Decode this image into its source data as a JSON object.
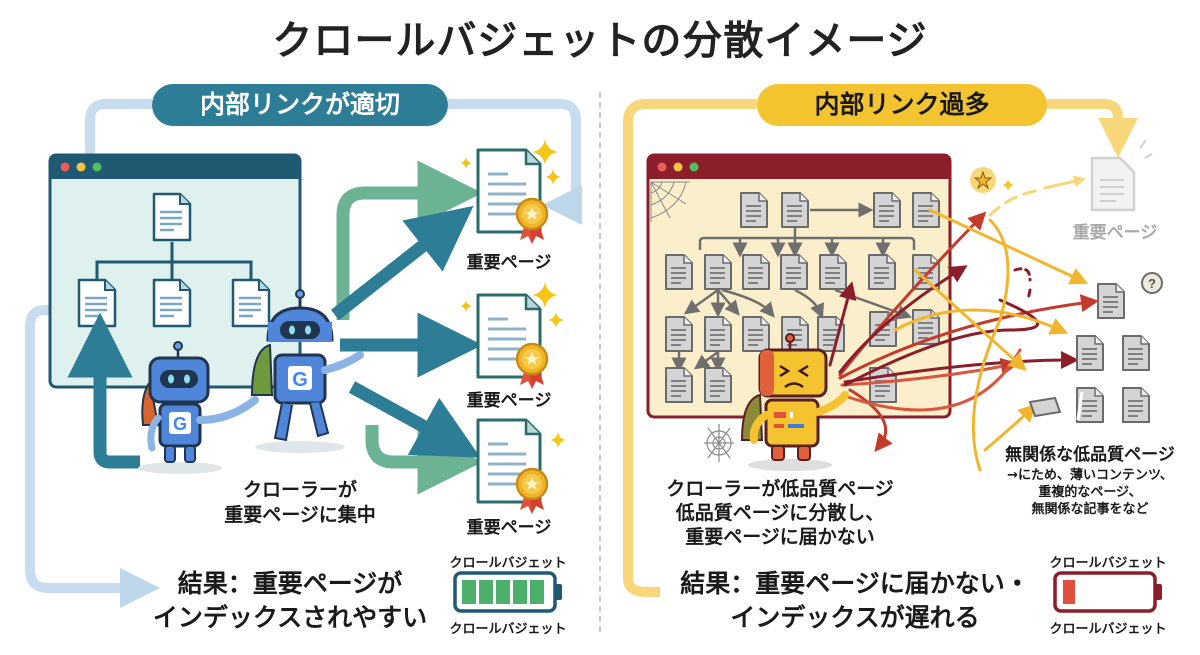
{
  "title": "クロールバジェットの分散イメージ",
  "left_panel": {
    "header": "内部リンクが適切",
    "accent_color": "#2d7d96",
    "secondary_arrow_color": "#5fa889",
    "window_bg": "#dff1ee",
    "important_pages": [
      {
        "label": "重要ページ"
      },
      {
        "label": "重要ページ"
      },
      {
        "label": "重要ページ"
      }
    ],
    "crawler_caption": [
      "クローラーが",
      "重要ページに集中"
    ],
    "result": [
      "結果：重要ページが",
      "インデックスされやすい"
    ],
    "battery": {
      "label_top": "クロールバジェット",
      "label_bottom": "クロールバジェット",
      "level": "full",
      "bars": 5,
      "color": "#4cb06a"
    }
  },
  "right_panel": {
    "header": "内部リンク過多",
    "accent_color": "#f4c430",
    "window_frame_color": "#8b1e2a",
    "window_bg": "#fbeecb",
    "important_page_label": "重要ページ",
    "low_quality_title": "無関係な低品質ページ",
    "low_quality_desc": [
      "→にため、薄いコンテンツ、",
      "重複的なページ、",
      "無関係な記事をなど"
    ],
    "crawler_caption": [
      "クローラーが低品質ページ",
      "低品質ページに分散し、",
      "重要ページに届かない"
    ],
    "result": [
      "結果：重要ページに届かない・",
      "インデックスが遅れる"
    ],
    "battery": {
      "label_top": "クロールバジェット",
      "label_bottom": "クロールバジェット",
      "level": "low",
      "bars": 1,
      "color": "#e0503c"
    }
  }
}
